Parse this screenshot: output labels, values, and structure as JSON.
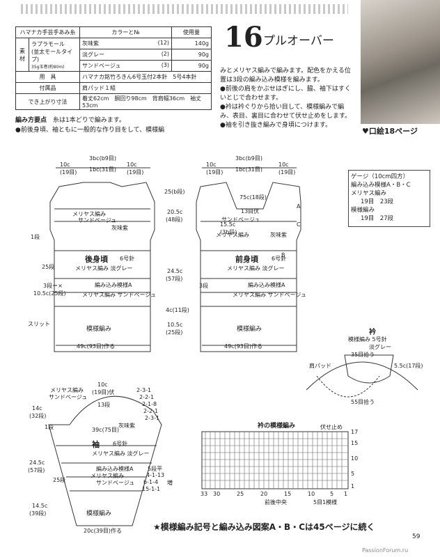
{
  "title": {
    "number": "16",
    "name": "プルオーバー"
  },
  "materials": {
    "header": [
      "ハマナカ手芸手あみ糸",
      "カラーと№",
      "使用量"
    ],
    "label_material": "素材",
    "yarn": "ラプラモール",
    "yarn_sub": "(並太モールタイプ)",
    "yarn_sub2": "35g玉巻(約80m)",
    "colors": [
      {
        "name": "灰味紫",
        "no": "(12)",
        "amount": "140g"
      },
      {
        "name": "淡グレー",
        "no": "(2)",
        "amount": "90g"
      },
      {
        "name": "サンドベージュ",
        "no": "(3)",
        "amount": "90g"
      }
    ],
    "tools_label": "用　具",
    "tools": "ハマナカ銘竹ろきん6号玉付2本針　5号4本針",
    "notions_label": "付属品",
    "notions": "肩パッド１組",
    "size_label": "でき上がり寸法",
    "size": "着丈62cm　胴回り98cm　背肩幅36cm　袖丈53cm"
  },
  "description": [
    "みとメリヤス編みで編みます。配色をかえる位置は3段の編み込み模様を編みます。",
    "●前後の肩をかぶせはぎにし、脇、袖下はすくいとじで合わせます。",
    "●衿は衿ぐりから拾い目して、模様編みで編み、表目、裏目に合わせて伏せ止めをします。",
    "●袖を引き抜き編みで身頃につけます。"
  ],
  "photo_ref": "♥口絵18ページ",
  "points": {
    "title": "編み方要点",
    "line1": "糸は1本どりで編みます。",
    "line2": "●前後身頃、袖ともに一般的な作り目をして、模様編"
  },
  "gauge": {
    "title": "ゲージ（10cm四方）",
    "rows": [
      "編み込み模様A・B・C",
      "メリヤス編み",
      "19目　23段",
      "模様編み",
      "19目　27段"
    ]
  },
  "back": {
    "title": "後身頃",
    "needle": "6号針",
    "widths": [
      "3bc(b9目)",
      "10c",
      "(19目)",
      "1bc(31目)",
      "10c",
      "(19目)",
      "49c(93目)作る"
    ],
    "stitches": [
      "メリヤス編み",
      "サンドベージュ",
      "灰味紫",
      "メリヤス編み 淡グレー",
      "編み込み模様A",
      "メリヤス編み サンドベージュ",
      "模様編み"
    ],
    "side": [
      "25(b段)",
      "20.5c",
      "(48段)",
      "24.5c",
      "(57段)",
      "4c(11段)",
      "10.5c",
      "(25段)"
    ],
    "left": [
      "1段",
      "25段",
      "3段＝×",
      "10.5c(25段)",
      "スリット"
    ]
  },
  "front": {
    "title": "前身頃",
    "needle": "6号針",
    "widths": [
      "3bc(b9目)",
      "10c",
      "(19目)",
      "1bc(31目)",
      "10c",
      "(19目)",
      "49c(93目)作る"
    ],
    "stitches": [
      "メリヤス編み",
      "サンドベージュ",
      "灰味紫",
      "メリヤス編み 淡グレー",
      "編み込み模様A",
      "メリヤス編み サンドベージュ",
      "模様編み"
    ],
    "labels": [
      "75c(18段)",
      "13目伏",
      "15.5c",
      "(3b段)",
      "A",
      "C",
      "B",
      "3段"
    ]
  },
  "sleeve": {
    "title": "袖",
    "needle": "6号針",
    "labels": [
      "10c",
      "(19目)伏",
      "13段",
      "メリヤス編み",
      "サンドベージュ",
      "灰味紫",
      "39c(75目)",
      "メリヤス編み 淡グレー",
      "編み込み模様A",
      "メリヤス編み",
      "サンドベージュ",
      "模様編み",
      "20c(39目)作る"
    ],
    "side": [
      "14c",
      "(32段)",
      "1段",
      "24.5c",
      "(57段)",
      "25段",
      "14.5c",
      "(39段)"
    ],
    "dec": [
      "2-3-1",
      "2-2-1",
      "2-1-8",
      "2-2-1",
      "2-3-1",
      "5段平",
      "4-1-13",
      "b-1-4",
      "15-1-1",
      "増"
    ]
  },
  "collar": {
    "title": "衿",
    "subtitle": "模様編み 5号針",
    "color": "淡グレー",
    "labels": [
      "35目拾う",
      "5.5c(17段)",
      "肩パッド",
      "55目拾う"
    ]
  },
  "collar_chart": {
    "title": "衿の模様編み",
    "note": "伏せ止め",
    "x_labels": [
      "33",
      "30",
      "25",
      "20",
      "15",
      "10",
      "5",
      "1"
    ],
    "y_labels": [
      "17",
      "15",
      "10",
      "5",
      "1"
    ],
    "center": "前後中央",
    "repeat": "5目1模様"
  },
  "footnote": "★模様編み記号と編み込み図案A・B・Cは45ページに続く",
  "page_number": "59",
  "watermark": "PassionForum.ru"
}
